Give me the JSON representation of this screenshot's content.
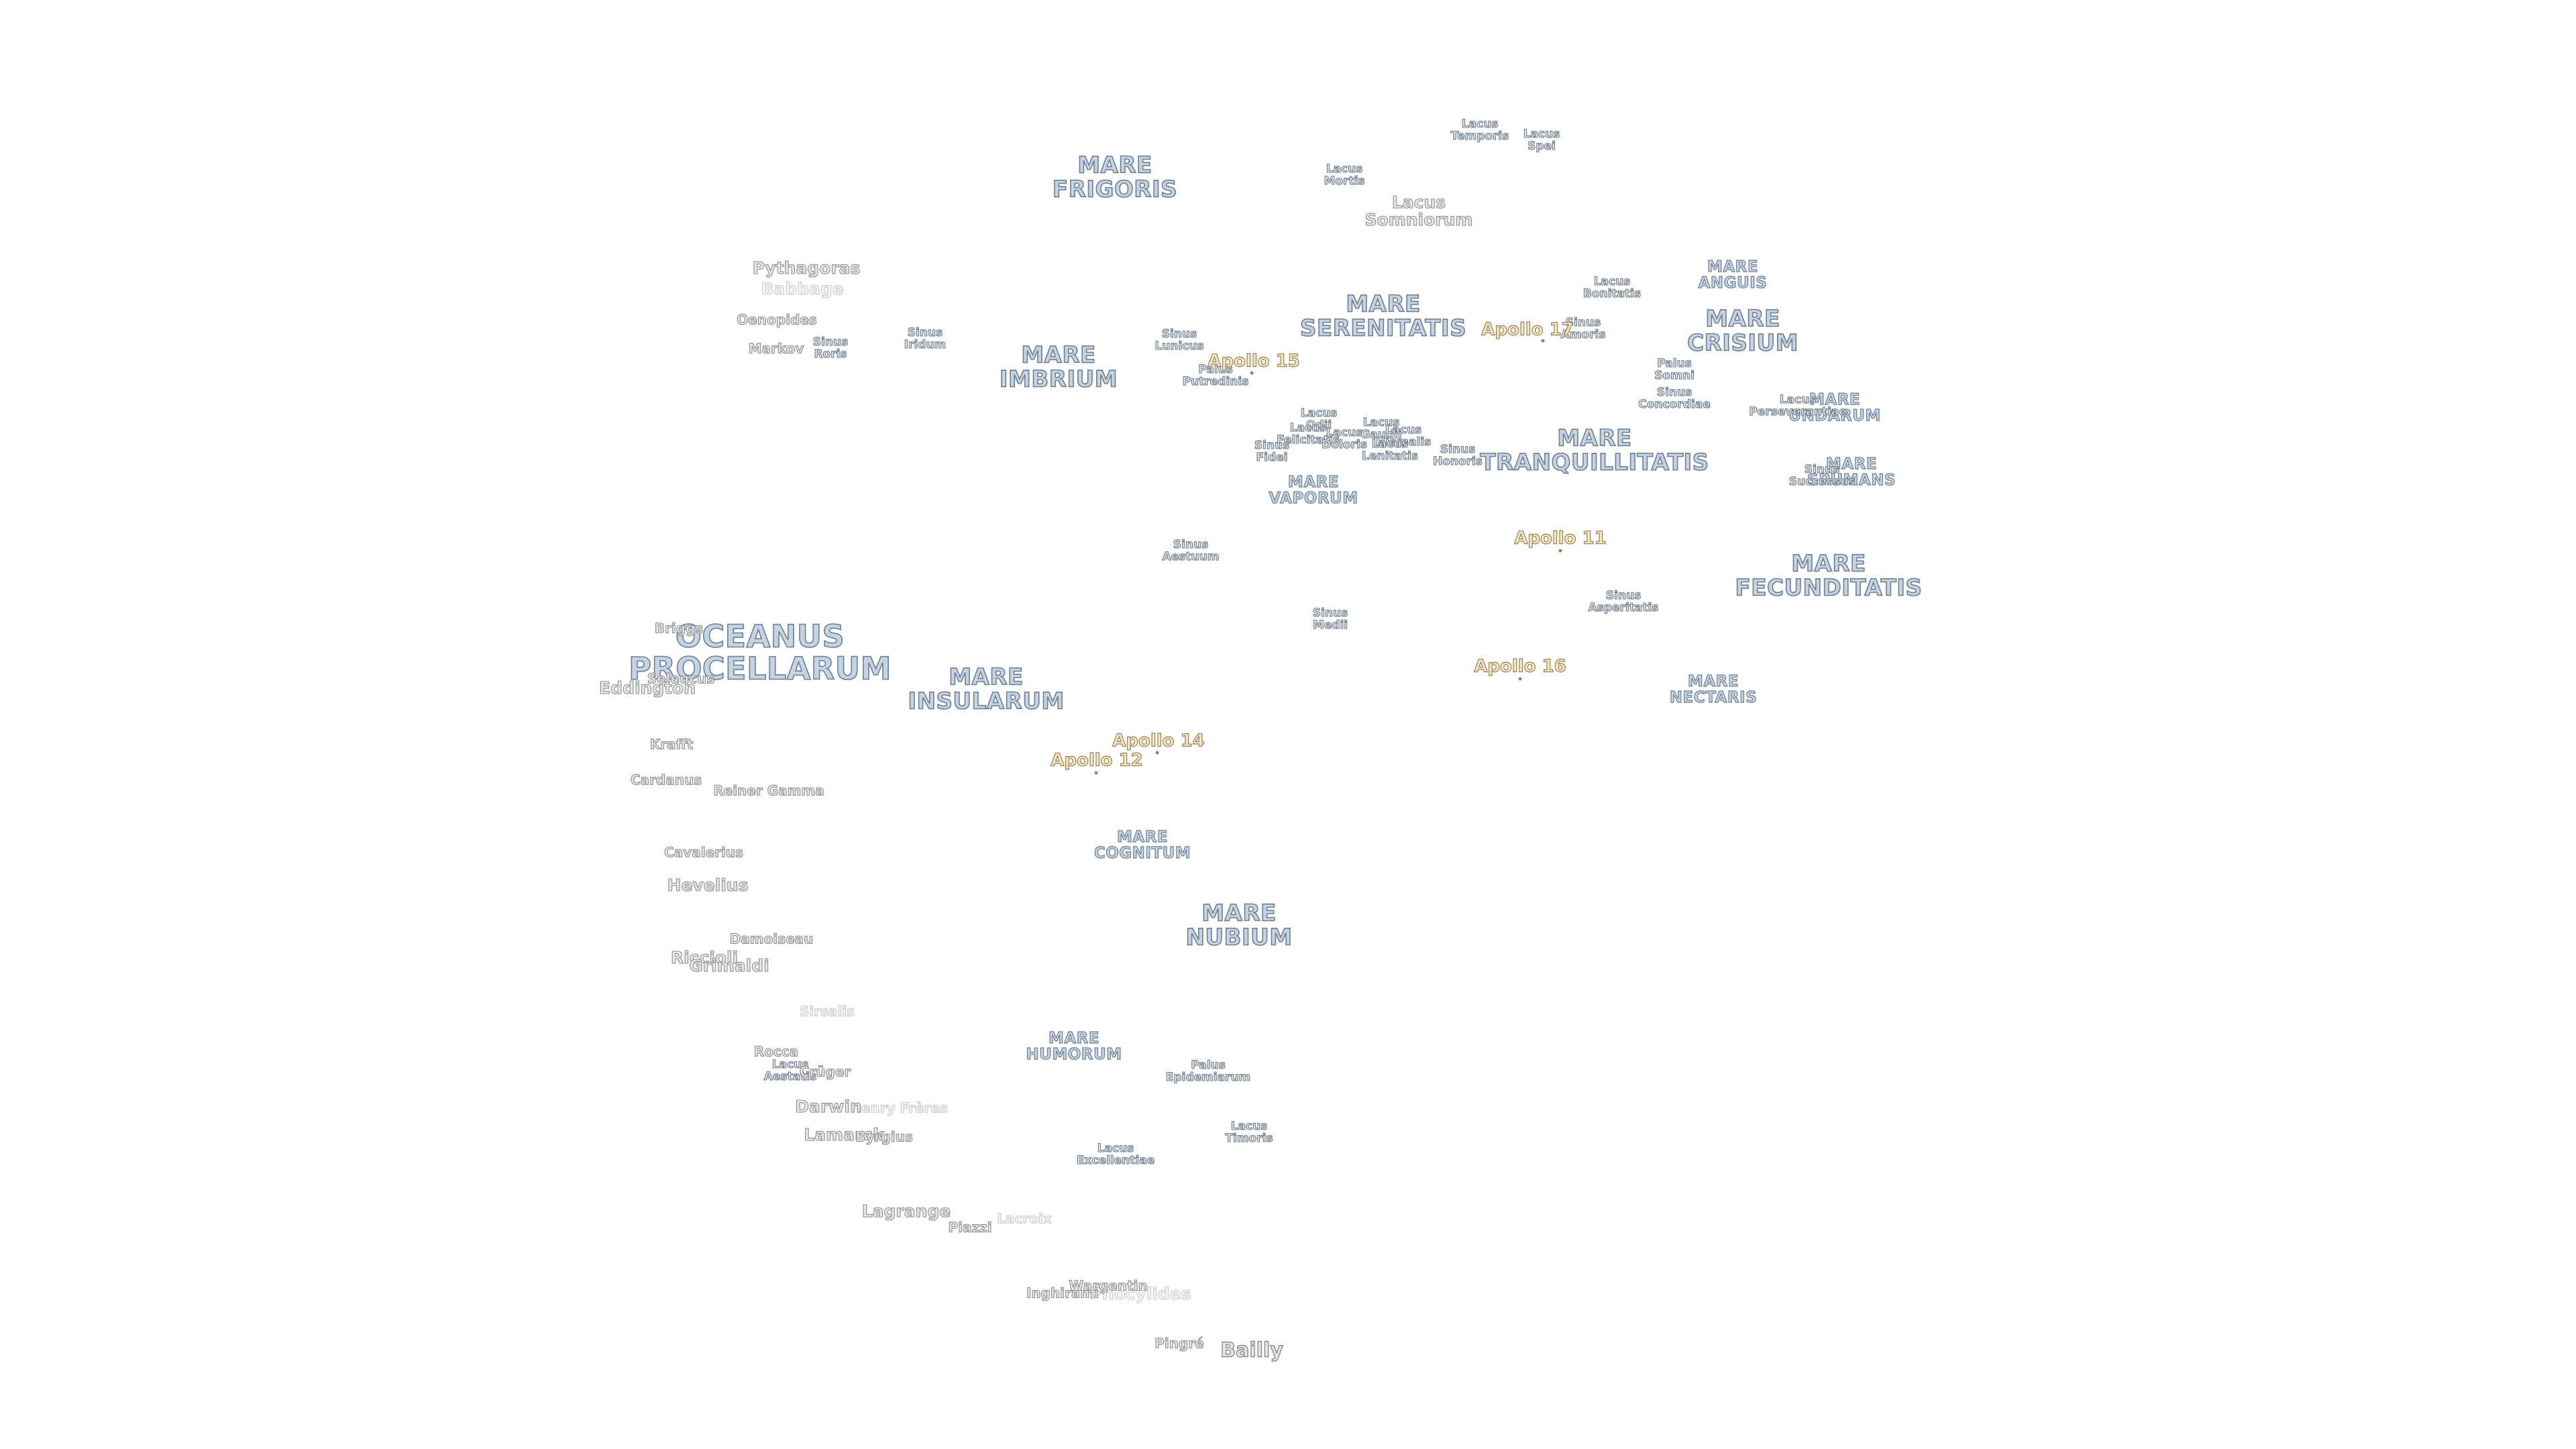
{
  "maria": [
    {
      "id": "mare-frigoris",
      "text": "MARE\nFRIGORIS",
      "size": "normal"
    },
    {
      "id": "mare-imbrium",
      "text": "MARE\nIMBRIUM",
      "size": "normal"
    },
    {
      "id": "mare-serenitatis",
      "text": "MARE\nSERENITATIS",
      "size": "normal"
    },
    {
      "id": "mare-crisium",
      "text": "MARE\nCRISIUM",
      "size": "normal"
    },
    {
      "id": "mare-anguis",
      "text": "MARE\nANGUIS",
      "size": "small"
    },
    {
      "id": "mare-undarum",
      "text": "MARE\nUNDARUM",
      "size": "small"
    },
    {
      "id": "mare-spumans",
      "text": "MARE\nSPUMANS",
      "size": "small"
    },
    {
      "id": "mare-tranquillitatis",
      "text": "MARE\nTRANQUILLITATIS",
      "size": "normal"
    },
    {
      "id": "mare-vaporum",
      "text": "MARE\nVAPORUM",
      "size": "small"
    },
    {
      "id": "mare-fecunditatis",
      "text": "MARE\nFECUNDITATIS",
      "size": "normal"
    },
    {
      "id": "oceanus-procellarum",
      "text": "OCEANUS\nPROCELLARUM",
      "size": "big"
    },
    {
      "id": "mare-insularum",
      "text": "MARE\nINSULARUM",
      "size": "normal"
    },
    {
      "id": "mare-nectaris",
      "text": "MARE\nNECTARIS",
      "size": "small"
    },
    {
      "id": "mare-cognitum",
      "text": "MARE\nCOGNITUM",
      "size": "small"
    },
    {
      "id": "mare-nubium",
      "text": "MARE\nNUBIUM",
      "size": "normal"
    },
    {
      "id": "mare-humorum",
      "text": "MARE\nHUMORUM",
      "size": "small"
    }
  ],
  "features": [
    {
      "id": "lacus-temporis",
      "text": "Lacus\nTemporis"
    },
    {
      "id": "lacus-spei",
      "text": "Lacus\nSpei"
    },
    {
      "id": "lacus-mortis",
      "text": "Lacus\nMortis"
    },
    {
      "id": "lacus-somniorum",
      "text": "Lacus\nSomniorum",
      "size": "med"
    },
    {
      "id": "lacus-bonitatis",
      "text": "Lacus\nBonitatis"
    },
    {
      "id": "sinus-amoris",
      "text": "Sinus\nAmoris"
    },
    {
      "id": "sinus-roris",
      "text": "Sinus\nRoris"
    },
    {
      "id": "sinus-iridum",
      "text": "Sinus\nIridum"
    },
    {
      "id": "sinus-lunicus",
      "text": "Sinus\nLunicus"
    },
    {
      "id": "palus-putredinis",
      "text": "Palus\nPutredinis"
    },
    {
      "id": "palus-somni",
      "text": "Palus\nSomni"
    },
    {
      "id": "sinus-concordiae",
      "text": "Sinus\nConcordiae"
    },
    {
      "id": "lacus-perseverantiae",
      "text": "Lacus\nPerseverantiae"
    },
    {
      "id": "lacus-odii",
      "text": "Lacus\nOdii"
    },
    {
      "id": "lacus-felicitatis",
      "text": "Lacus\nFelicitatis"
    },
    {
      "id": "lacus-doloris",
      "text": "Lacus\nDoloris"
    },
    {
      "id": "lacus-gaudii",
      "text": "Lacus\nGaudii"
    },
    {
      "id": "lacus-hiemalis",
      "text": "Lacus\nHiemalis"
    },
    {
      "id": "lacus-lenitatis",
      "text": "Lacus\nLenitatis"
    },
    {
      "id": "sinus-fidei",
      "text": "Sinus\nFidei"
    },
    {
      "id": "sinus-honoris",
      "text": "Sinus\nHonoris"
    },
    {
      "id": "sinus-successus",
      "text": "Sinus\nSuccessus"
    },
    {
      "id": "sinus-aestuum",
      "text": "Sinus\nAestuum"
    },
    {
      "id": "sinus-medii",
      "text": "Sinus\nMedii"
    },
    {
      "id": "sinus-asperitatis",
      "text": "Sinus\nAsperitatis"
    },
    {
      "id": "lacus-aestatis",
      "text": "Lacus\nAestatis"
    },
    {
      "id": "palus-epidemiarum",
      "text": "Palus\nEpidemiarum"
    },
    {
      "id": "lacus-timoris",
      "text": "Lacus\nTimoris"
    },
    {
      "id": "lacus-excellentiae",
      "text": "Lacus\nExcellentiae"
    }
  ],
  "craters": [
    {
      "id": "pythagoras",
      "text": "Pythagoras",
      "size": "med"
    },
    {
      "id": "babbage",
      "text": "Babbage",
      "size": "med",
      "faint": true
    },
    {
      "id": "oenopides",
      "text": "Oenopides"
    },
    {
      "id": "markov",
      "text": "Markov"
    },
    {
      "id": "briggs",
      "text": "Briggs"
    },
    {
      "id": "seleucus",
      "text": "Seleucus"
    },
    {
      "id": "eddington",
      "text": "Eddington",
      "size": "med"
    },
    {
      "id": "krafft",
      "text": "Krafft"
    },
    {
      "id": "cardanus",
      "text": "Cardanus"
    },
    {
      "id": "reiner-gamma",
      "text": "Reiner Gamma"
    },
    {
      "id": "cavalerius",
      "text": "Cavalerius"
    },
    {
      "id": "hevelius",
      "text": "Hevelius",
      "size": "med"
    },
    {
      "id": "damoiseau",
      "text": "Damoiseau"
    },
    {
      "id": "riccioli",
      "text": "Riccioli",
      "size": "med"
    },
    {
      "id": "grimaldi",
      "text": "Grimaldi",
      "size": "med"
    },
    {
      "id": "sirsalis",
      "text": "Sirsalis",
      "faint": true
    },
    {
      "id": "rocca",
      "text": "Rocca"
    },
    {
      "id": "crüger",
      "text": "Crüger"
    },
    {
      "id": "darwin",
      "text": "Darwin",
      "size": "med"
    },
    {
      "id": "henry-freres",
      "text": "Henry Frères",
      "faint": true
    },
    {
      "id": "lamarck",
      "text": "Lamarck",
      "size": "med"
    },
    {
      "id": "byrgius",
      "text": "Byrgius"
    },
    {
      "id": "lagrange",
      "text": "Lagrange",
      "size": "med"
    },
    {
      "id": "piazzi",
      "text": "Piazzi"
    },
    {
      "id": "lacroix",
      "text": "Lacroix",
      "faint": true
    },
    {
      "id": "inghirami",
      "text": "Inghirami"
    },
    {
      "id": "wargentin",
      "text": "Wargentin"
    },
    {
      "id": "phocylides",
      "text": "Phocylides",
      "size": "med",
      "faint": true
    },
    {
      "id": "pingre",
      "text": "Pingré"
    },
    {
      "id": "bailly",
      "text": "Bailly",
      "size": "big"
    }
  ],
  "apollo_sites": [
    {
      "id": "apollo-15",
      "text": "Apollo 15"
    },
    {
      "id": "apollo-17",
      "text": "Apollo 17"
    },
    {
      "id": "apollo-11",
      "text": "Apollo 11"
    },
    {
      "id": "apollo-16",
      "text": "Apollo 16"
    },
    {
      "id": "apollo-14",
      "text": "Apollo 14"
    },
    {
      "id": "apollo-12",
      "text": "Apollo 12"
    }
  ]
}
